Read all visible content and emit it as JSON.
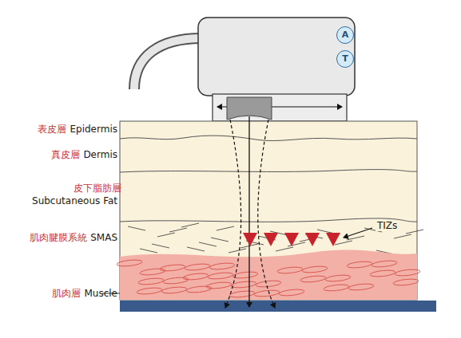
{
  "diagram": {
    "nodes": [
      {
        "text": [
          "A"
        ]
      },
      {
        "text": [
          "T"
        ]
      }
    ],
    "labels": [
      "表皮層",
      "Epidermis",
      "真皮層",
      "Dermis",
      "皮下脂肪層",
      "Subcutaneous Fat",
      "肌肉腱膜系統",
      "SMAS",
      "TIZs",
      "肌肉層",
      "Muscle"
    ]
  }
}
